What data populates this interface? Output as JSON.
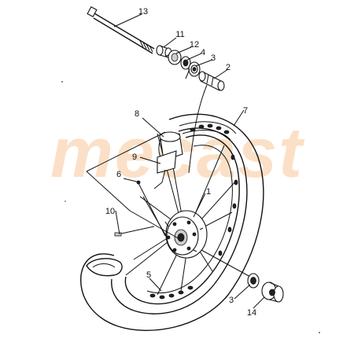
{
  "watermark": {
    "text": "mecast",
    "color": "#f9c89a"
  },
  "callouts": [
    "13",
    "11",
    "12",
    "4",
    "3",
    "2",
    "8",
    "7",
    "9",
    "6",
    "1",
    "10",
    "5",
    "3",
    "14"
  ]
}
